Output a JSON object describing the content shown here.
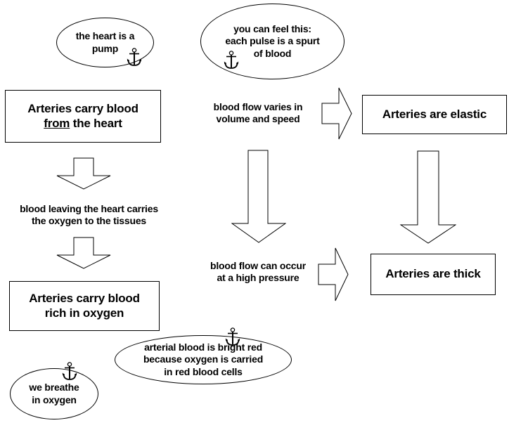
{
  "diagram": {
    "title": "Arteries concept map",
    "background_color": "#ffffff",
    "stroke_color": "#000000",
    "text_color": "#000000"
  },
  "nodes": {
    "heart_pump": {
      "text": "the heart is a\npump",
      "shape": "ellipse"
    },
    "feel_pulse": {
      "text": "you can feel this:\neach pulse is a spurt\nof blood",
      "shape": "ellipse"
    },
    "arteries_from_heart": {
      "text": "Arteries carry blood\n",
      "underlined_word": "from",
      "text_tail": " the heart",
      "shape": "rectangle"
    },
    "blood_flow_varies": {
      "text": "blood flow varies in\nvolume and speed",
      "shape": "label"
    },
    "arteries_elastic": {
      "text": "Arteries are elastic",
      "shape": "rectangle"
    },
    "blood_leaving": {
      "text": "blood leaving the heart carries\nthe oxygen to the tissues",
      "shape": "label"
    },
    "blood_high_pressure": {
      "text": "blood flow can occur\nat a high pressure",
      "shape": "label"
    },
    "arteries_thick": {
      "text": "Arteries are thick",
      "shape": "rectangle"
    },
    "arteries_rich_oxygen": {
      "text": "Arteries carry blood\nrich in oxygen",
      "shape": "rectangle"
    },
    "arterial_bright_red": {
      "text": "arterial blood is bright red\nbecause oxygen is carried\nin red blood cells",
      "shape": "ellipse"
    },
    "we_breathe": {
      "text": "we breathe\nin oxygen",
      "shape": "ellipse"
    }
  },
  "icons": {
    "anchor": "anchor-icon"
  },
  "arrows": [
    {
      "name": "arrow-from-heart-box-down",
      "direction": "down"
    },
    {
      "name": "arrow-to-rich-oxygen-down",
      "direction": "down"
    },
    {
      "name": "arrow-varies-to-elastic-right",
      "direction": "right"
    },
    {
      "name": "arrow-varies-to-pressure-down",
      "direction": "down"
    },
    {
      "name": "arrow-elastic-to-thick-down",
      "direction": "down"
    },
    {
      "name": "arrow-pressure-to-thick-right",
      "direction": "right"
    }
  ]
}
